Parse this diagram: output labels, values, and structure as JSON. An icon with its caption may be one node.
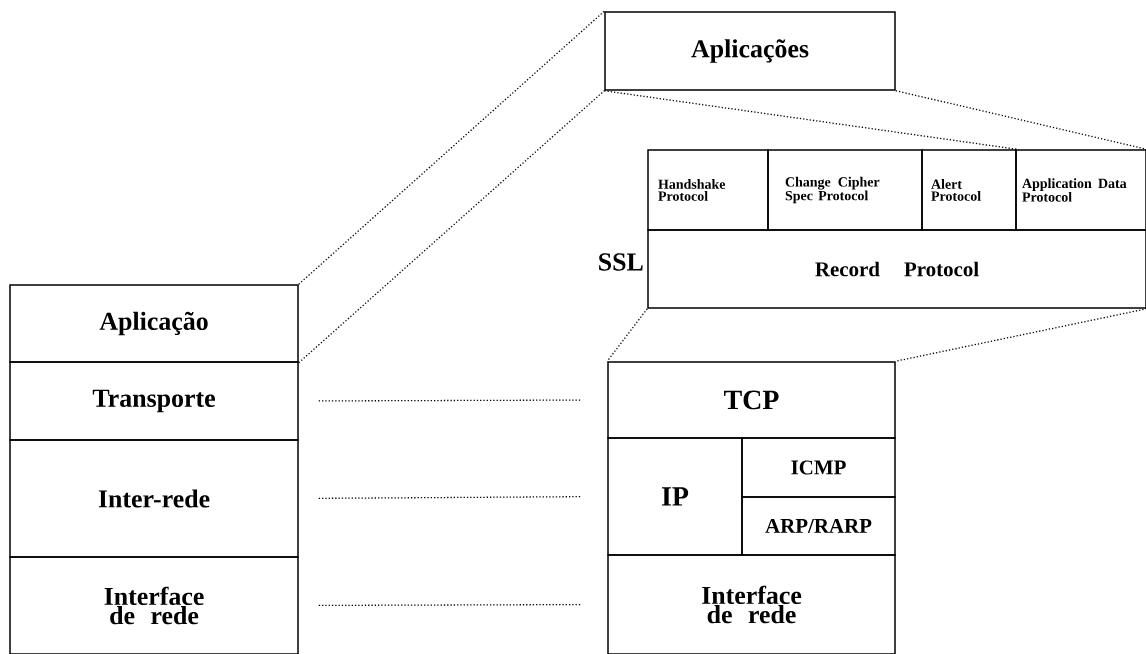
{
  "diagram": {
    "nodes": [
      {
        "text": [
          "Aplicações"
        ]
      },
      {
        "text": [
          "Handshake Protocol"
        ]
      },
      {
        "text": [
          "Change Cipher Spec Protocol"
        ]
      },
      {
        "text": [
          "Alert Protocol"
        ]
      },
      {
        "text": [
          "Application Data Protocol"
        ]
      },
      {
        "text": [
          "Record Protocol"
        ]
      },
      {
        "text": [
          "Aplicação"
        ]
      },
      {
        "text": [
          "Transporte"
        ]
      },
      {
        "text": [
          "Inter-rede"
        ]
      },
      {
        "text": [
          "Interface de rede"
        ]
      },
      {
        "text": [
          "TCP"
        ]
      },
      {
        "text": [
          "IP"
        ]
      },
      {
        "text": [
          "ICMP"
        ]
      },
      {
        "text": [
          "ARP/RARP"
        ]
      },
      {
        "text": [
          "Interface de rede"
        ]
      }
    ],
    "edges": [
      {
        "from": 6,
        "to": 0,
        "arrow": "none",
        "style": "dashed"
      },
      {
        "from": 6,
        "to": 0,
        "arrow": "none",
        "style": "dashed"
      },
      {
        "from": 0,
        "to": 3,
        "arrow": "none",
        "style": "dashed"
      },
      {
        "from": 0,
        "to": 4,
        "arrow": "none",
        "style": "dashed"
      },
      {
        "from": 5,
        "to": 10,
        "arrow": "none",
        "style": "dashed"
      },
      {
        "from": 5,
        "to": 10,
        "arrow": "none",
        "style": "dashed"
      },
      {
        "from": 7,
        "to": 10,
        "arrow": "none",
        "style": "dashed"
      },
      {
        "from": 8,
        "to": 11,
        "arrow": "none",
        "style": "dashed"
      },
      {
        "from": 9,
        "to": 14,
        "arrow": "none",
        "style": "dashed"
      }
    ],
    "labels": [
      "SSL"
    ]
  }
}
